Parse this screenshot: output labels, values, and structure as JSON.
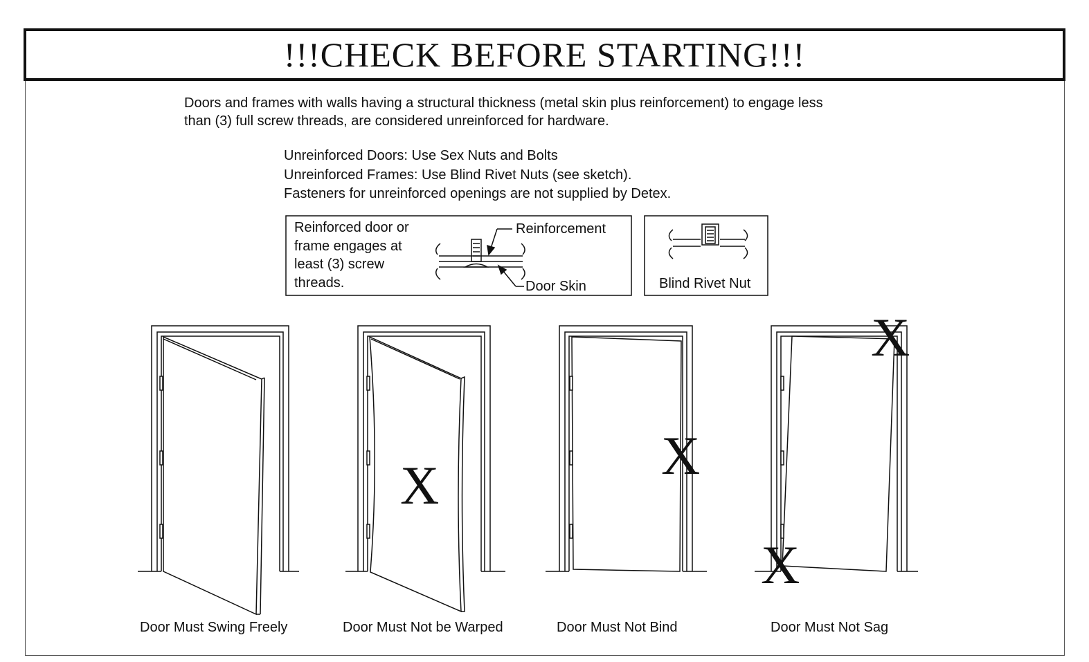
{
  "title": "!!!CHECK BEFORE STARTING!!!",
  "intro_lines": [
    "Doors and frames with walls having a structural thickness (metal skin plus reinforcement) to engage less",
    "than (3) full screw threads, are considered unreinforced for hardware."
  ],
  "notes": [
    "Unreinforced Doors: Use Sex Nuts and Bolts",
    "Unreinforced Frames: Use Blind Rivet Nuts (see sketch).",
    "Fasteners for unreinforced openings are not supplied by Detex."
  ],
  "reinforced_box": {
    "text_lines": [
      "Reinforced door or",
      "frame engages at",
      "least (3) screw",
      "threads."
    ],
    "label_reinforcement": "Reinforcement",
    "label_door_skin": "Door Skin"
  },
  "rivet_box": {
    "label": "Blind Rivet Nut"
  },
  "door_captions": [
    "Door Must Swing Freely",
    "Door Must Not be Warped",
    "Door Must Not Bind",
    "Door Must Not Sag"
  ],
  "x_mark": "X"
}
